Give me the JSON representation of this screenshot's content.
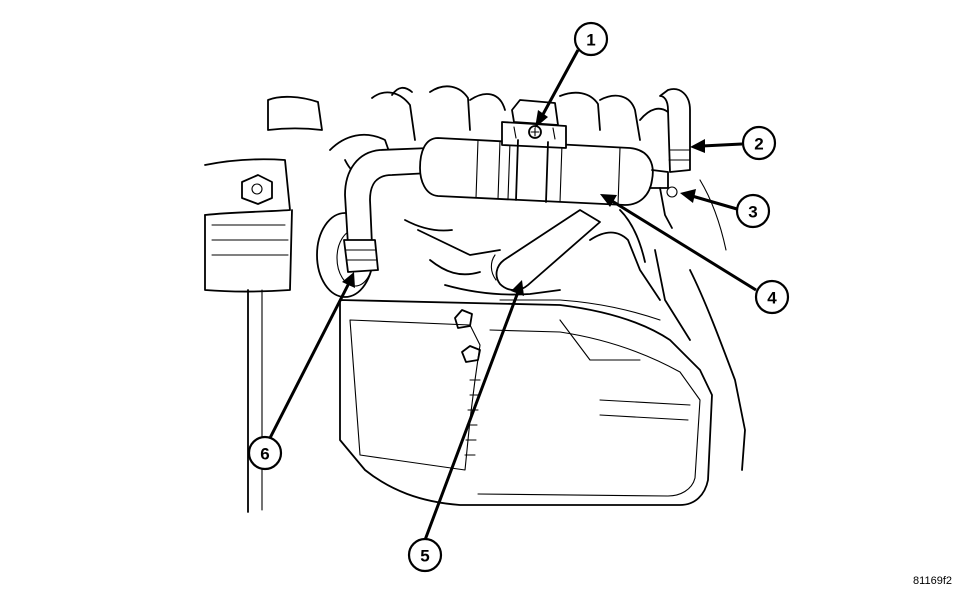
{
  "callouts": [
    {
      "id": "callout-1",
      "label": "1"
    },
    {
      "id": "callout-2",
      "label": "2"
    },
    {
      "id": "callout-3",
      "label": "3"
    },
    {
      "id": "callout-4",
      "label": "4"
    },
    {
      "id": "callout-5",
      "label": "5"
    },
    {
      "id": "callout-6",
      "label": "6"
    }
  ],
  "figure_code": "81169f2"
}
